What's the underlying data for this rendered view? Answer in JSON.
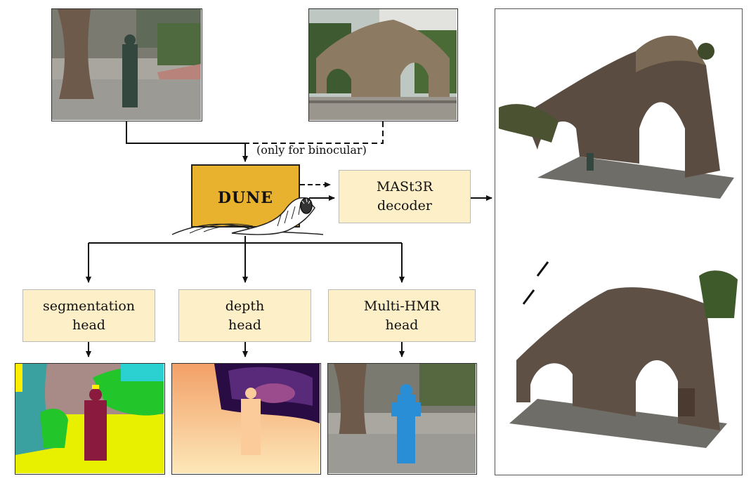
{
  "dune_label": "DUNE",
  "binocular_note": "(only for binocular)",
  "decoder_label": "MASt3R\ndecoder",
  "heads": [
    {
      "label": "segmentation\nhead"
    },
    {
      "label": "depth\nhead"
    },
    {
      "label": "Multi-HMR\nhead"
    }
  ],
  "colors": {
    "dune_fill": "#e8b22f",
    "box_fill": "#fdf0c8",
    "seg_yellow": "#e8f000",
    "seg_green": "#22c52a",
    "seg_maroon": "#8a1a3e",
    "mesh_blue": "#2a8ed6"
  }
}
